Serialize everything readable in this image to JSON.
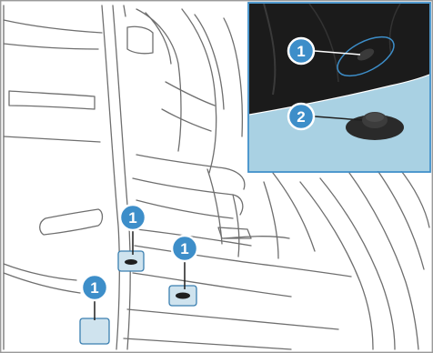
{
  "colors": {
    "frame_border": "#9a9a9a",
    "line_art": "#6f6f6f",
    "marker_fill": "#cfe3ee",
    "marker_border": "#3a7fb0",
    "plug": "#1f1f1f",
    "callout_fill": "#3d8ec9",
    "callout_ring": "#ffffff",
    "inset_dark": "#1b1b1b",
    "inset_light": "#a9d1e3",
    "inset_border": "#3d8ec9"
  },
  "callouts": {
    "drain_plug": "1",
    "plug_cap": "2"
  },
  "icons": {
    "callout_badge": "numbered-circle",
    "plug_marker": "rounded-square-with-plug"
  }
}
